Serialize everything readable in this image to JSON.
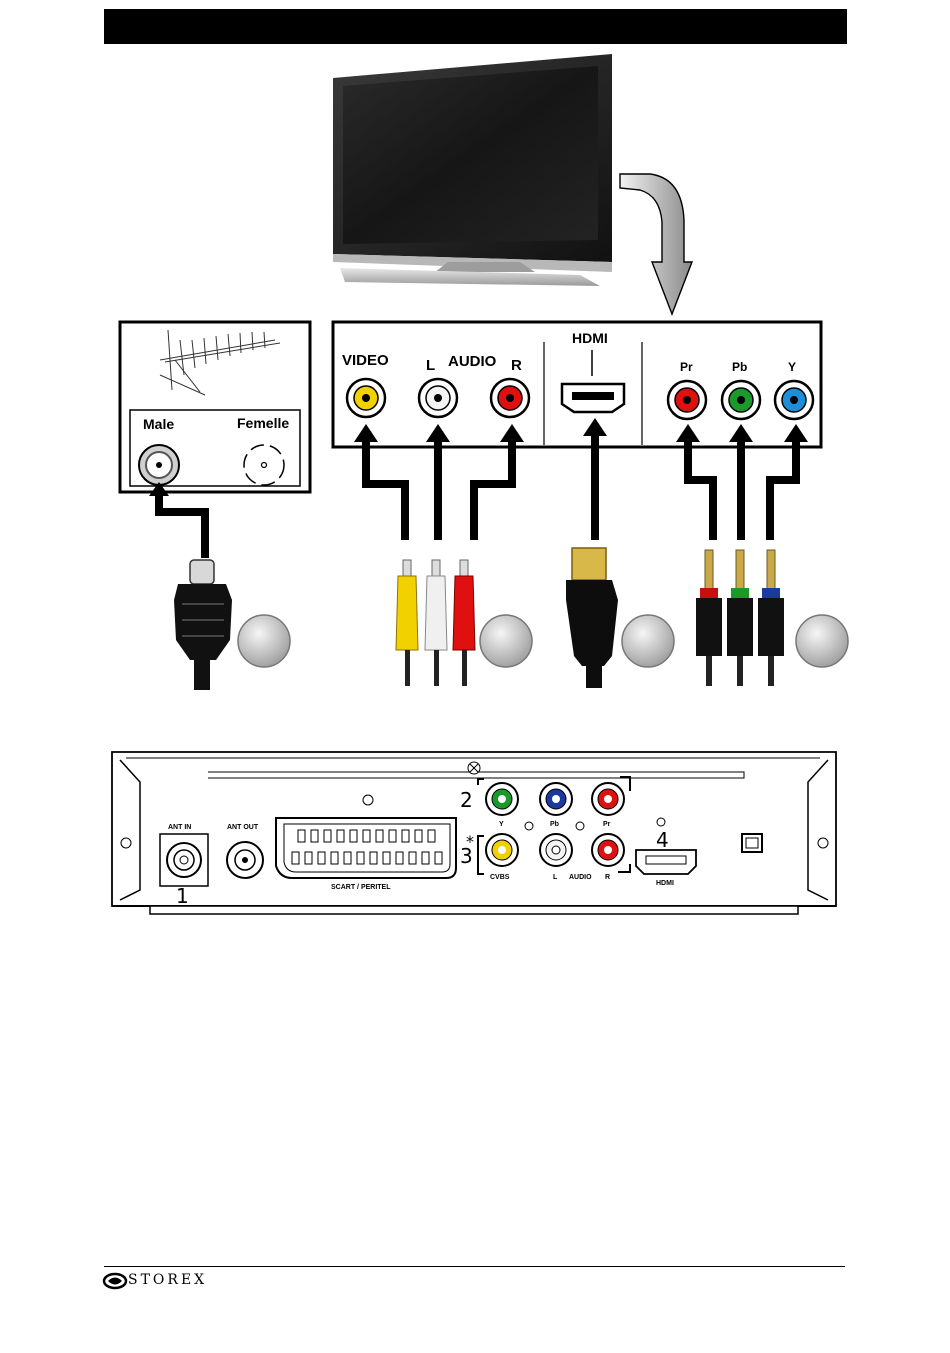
{
  "wall_panel": {
    "male_label": "Male",
    "female_label": "Femelle"
  },
  "tv_panel": {
    "video_label": "VIDEO",
    "audio_l_label": "L",
    "audio_label": "AUDIO",
    "audio_r_label": "R",
    "hdmi_label": "HDMI",
    "pr_label": "Pr",
    "pb_label": "Pb",
    "y_label": "Y"
  },
  "receiver": {
    "ant_in": "ANT IN",
    "ant_out": "ANT OUT",
    "scart": "SCART / PERITEL",
    "y": "Y",
    "pb": "Pb",
    "pr": "Pr",
    "cvbs": "CVBS",
    "l": "L",
    "audio": "AUDIO",
    "r": "R",
    "hdmi": "HDMI",
    "num1": "1",
    "num2": "2",
    "num3": "3",
    "num4": "4",
    "star": "*"
  },
  "footer": {
    "brand": "STOREX"
  },
  "colors": {
    "yellow": "#f2d100",
    "white": "#f4f4f4",
    "red": "#e01010",
    "green": "#1a9a2a",
    "blue": "#1d8fd8",
    "navy": "#1a3aa0"
  }
}
